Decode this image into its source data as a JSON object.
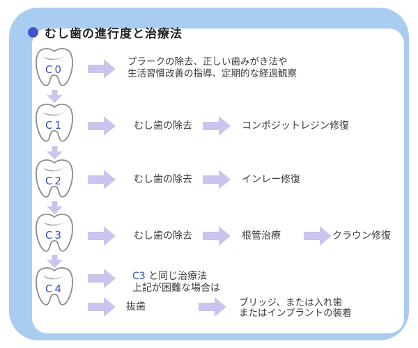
{
  "title": "むし歯の進行度と治療法",
  "colors": {
    "frame_blue": "#a9ccf1",
    "arrow_lavender": "#c9c5ee",
    "bullet_blue": "#4152cc",
    "stage_label_blue": "#3352b8",
    "body_text": "#3a3a3a",
    "tooth_outline": "#8a8a8a"
  },
  "stages": [
    {
      "label": "C0",
      "treatment_line1": "プラークの除去、正しい歯みがき法や",
      "treatment_line2": "生活習慣改善の指導、定期的な経過観察"
    },
    {
      "label": "C1",
      "step1": "むし歯の除去",
      "step2": "コンポジットレジン修復"
    },
    {
      "label": "C2",
      "step1": "むし歯の除去",
      "step2": "インレー修復"
    },
    {
      "label": "C3",
      "step1": "むし歯の除去",
      "step2": "根管治療",
      "step3": "クラウン修復"
    },
    {
      "label": "C4",
      "alt_line1_ref": "C3",
      "alt_line1_rest": " と同じ治療法",
      "alt_line2": "上記が困難な場合は",
      "step1": "抜歯",
      "step2_line1": "ブリッジ、または入れ歯",
      "step2_line2": "またはインプラントの装着"
    }
  ]
}
